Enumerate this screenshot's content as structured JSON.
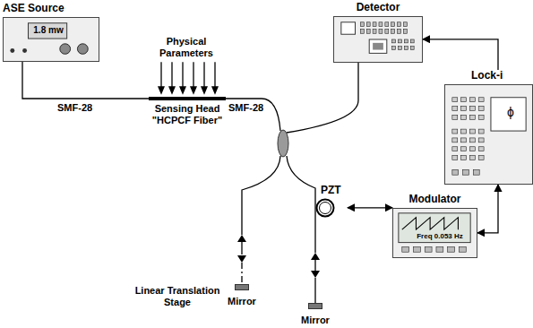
{
  "diagram": {
    "nodes": [
      {
        "text": [
          "ASE Source",
          "1.8 mw"
        ]
      },
      {
        "text": [
          "Sensing Head \"HCPCF Fiber\""
        ]
      },
      {
        "text": [
          "Detector"
        ]
      },
      {
        "text": [
          "Lock-i",
          "ϕ"
        ]
      },
      {
        "text": [
          "Modulator",
          "Freq 0.053 Hz"
        ]
      },
      {
        "text": [
          "PZT"
        ]
      },
      {
        "text": [
          "Mirror"
        ]
      },
      {
        "text": [
          "Mirror"
        ]
      }
    ],
    "edges": [
      {
        "from": 0,
        "to": 1,
        "arrow": "none"
      },
      {
        "from": 3,
        "to": 2,
        "arrow": "to"
      },
      {
        "from": 3,
        "to": 4,
        "arrow": "both"
      },
      {
        "from": 4,
        "to": 5,
        "arrow": "both"
      }
    ],
    "labels": [
      "Physical Parameters",
      "SMF-28",
      "SMF-28",
      "Linear Translation Stage"
    ]
  }
}
